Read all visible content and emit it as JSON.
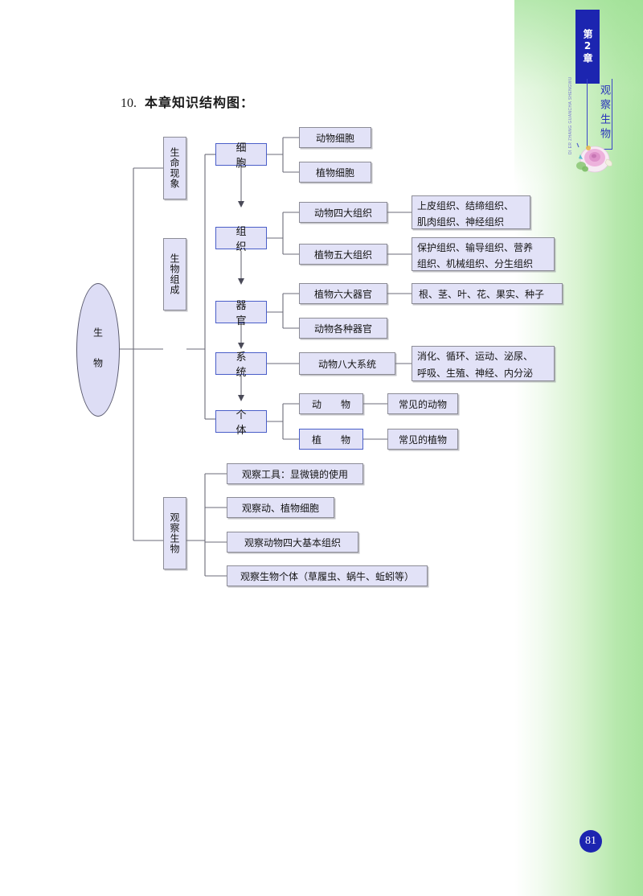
{
  "page": {
    "number": "81",
    "background_gradient_end": "#a9e49f",
    "accent_color": "#1c25b0"
  },
  "chapter_tab": {
    "chapter_label": "第2章",
    "chapter_title": "观察生物",
    "pinyin": "DI ER ZHANG  GUANCHA SHENGWU"
  },
  "decoration": {
    "flower_icon": "flower-icon",
    "flower_colors": [
      "#e8a8d8",
      "#f4d9ee",
      "#8fc97a",
      "#f2f0e4"
    ]
  },
  "heading": {
    "number": "10.",
    "text": "本章知识结构图："
  },
  "diagram": {
    "root": "生　物",
    "level1": [
      {
        "label": "生命现象"
      },
      {
        "label": "生物组成"
      },
      {
        "label": "观察生物"
      }
    ],
    "composition_chain": [
      {
        "label": "细　胞"
      },
      {
        "label": "组　织"
      },
      {
        "label": "器　官"
      },
      {
        "label": "系　统"
      },
      {
        "label": "个　体"
      }
    ],
    "cell_children": [
      {
        "label": "动物细胞"
      },
      {
        "label": "植物细胞"
      }
    ],
    "tissue_children": [
      {
        "label": "动物四大组织",
        "detail": "上皮组织、结缔组织、肌肉组织、神经组织"
      },
      {
        "label": "植物五大组织",
        "detail": "保护组织、输导组织、营养组织、机械组织、分生组织"
      }
    ],
    "organ_children": [
      {
        "label": "植物六大器官",
        "detail": "根、茎、叶、花、果实、种子"
      },
      {
        "label": "动物各种器官",
        "detail": ""
      }
    ],
    "system_children": [
      {
        "label": "动物八大系统",
        "detail": "消化、循环、运动、泌尿、呼吸、生殖、神经、内分泌"
      }
    ],
    "individual_children": [
      {
        "label": "动　物",
        "detail": "常见的动物"
      },
      {
        "label": "植　物",
        "detail": "常见的植物"
      }
    ],
    "observation_children": [
      {
        "label": "观察工具：显微镜的使用"
      },
      {
        "label": "观察动、植物细胞"
      },
      {
        "label": "观察动物四大基本组织"
      },
      {
        "label": "观察生物个体（草履虫、蜗牛、蚯蚓等）"
      }
    ],
    "detail_lines": {
      "animal_tissue": [
        "上皮组织、结缔组织、",
        "肌肉组织、神经组织"
      ],
      "plant_tissue": [
        "保护组织、输导组织、营养",
        "组织、机械组织、分生组织"
      ],
      "plant_organ": [
        "根、茎、叶、花、果实、种子"
      ],
      "animal_system": [
        "消化、循环、运动、泌尿、",
        "呼吸、生殖、神经、内分泌"
      ]
    }
  }
}
